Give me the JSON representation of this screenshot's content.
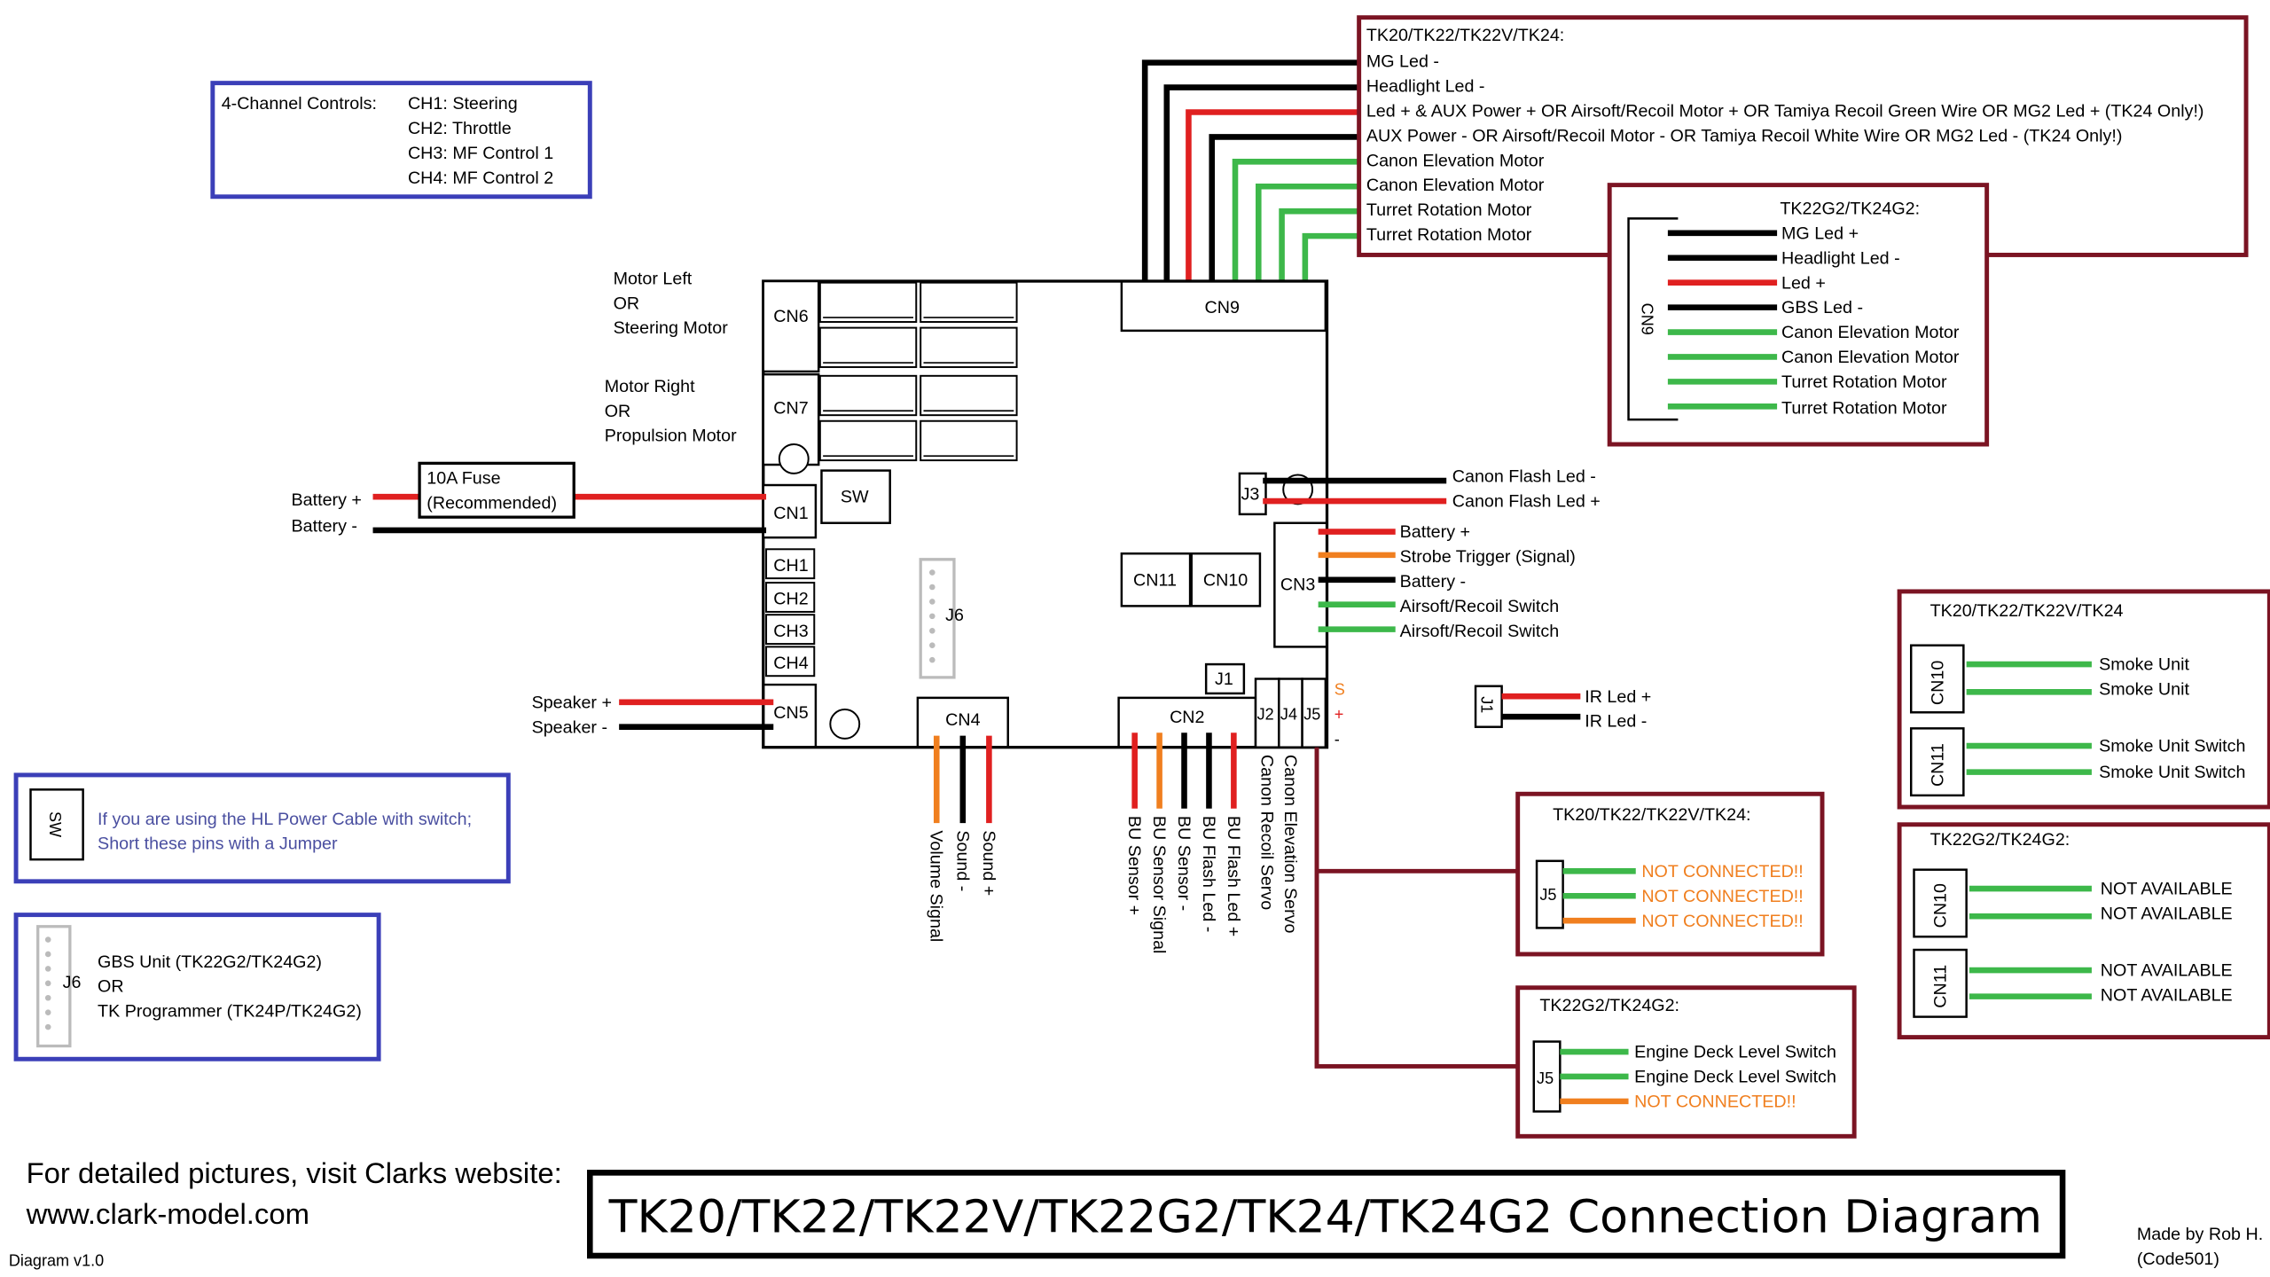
{
  "controls_box": {
    "label": "4-Channel Controls:",
    "items": [
      "CH1: Steering",
      "CH2: Throttle",
      "CH3: MF Control 1",
      "CH4: MF Control 2"
    ]
  },
  "board": {
    "cn6": "CN6",
    "cn7": "CN7",
    "cn1": "CN1",
    "sw": "SW",
    "ch1": "CH1",
    "ch2": "CH2",
    "ch3": "CH3",
    "ch4": "CH4",
    "cn5": "CN5",
    "j6": "J6",
    "cn4": "CN4",
    "cn2": "CN2",
    "cn9": "CN9",
    "cn11": "CN11",
    "cn10": "CN10",
    "cn3": "CN3",
    "j3": "J3",
    "j1": "J1",
    "j2": "J2",
    "j4": "J4",
    "j5": "J5",
    "s_mark": "S",
    "plus_mark": "+",
    "minus_mark": "-"
  },
  "motor_left": [
    "Motor Left",
    "OR",
    "Steering Motor"
  ],
  "motor_right": [
    "Motor Right",
    "OR",
    "Propulsion Motor"
  ],
  "battery": {
    "plus": "Battery +",
    "minus": "Battery -"
  },
  "fuse": [
    "10A Fuse",
    "(Recommended)"
  ],
  "speaker": {
    "plus": "Speaker +",
    "minus": "Speaker -"
  },
  "cn4_labels": [
    "Volume Signal",
    "Sound -",
    "Sound +"
  ],
  "cn2_labels": [
    "BU Sensor +",
    "BU Sensor Signal",
    "BU Sensor -",
    "BU Flash Led -",
    "BU Flash Led +"
  ],
  "servo_labels": [
    "Canon Recoil Servo",
    "Canon Elevation Servo"
  ],
  "j3_labels": [
    "Canon Flash Led -",
    "Canon Flash Led +"
  ],
  "cn3_labels": [
    "Battery +",
    "Strobe Trigger (Signal)",
    "Battery -",
    "Airsoft/Recoil Switch",
    "Airsoft/Recoil Switch"
  ],
  "ir": {
    "connector": "J1",
    "plus": "IR Led +",
    "minus": "IR Led -"
  },
  "cn9_box": {
    "title": "TK20/TK22/TK22V/TK24:",
    "lines": [
      "MG Led -",
      "Headlight Led -",
      "Led + & AUX Power + OR Airsoft/Recoil Motor + OR Tamiya Recoil Green Wire OR MG2 Led + (TK24 Only!)",
      "AUX Power - OR Airsoft/Recoil Motor - OR Tamiya Recoil White Wire OR MG2 Led - (TK24 Only!)",
      "Canon Elevation Motor",
      "Canon Elevation Motor",
      "Turret Rotation Motor",
      "Turret Rotation Motor"
    ]
  },
  "g2_box": {
    "title": "TK22G2/TK24G2:",
    "connector": "CN9",
    "lines": [
      "MG Led +",
      "Headlight Led -",
      "Led +",
      "GBS Led -",
      "Canon Elevation Motor",
      "Canon Elevation Motor",
      "Turret Rotation Motor",
      "Turret Rotation Motor"
    ]
  },
  "smoke_box": {
    "title": "TK20/TK22/TK22V/TK24",
    "cn10": "CN10",
    "cn11": "CN11",
    "lines": [
      "Smoke Unit",
      "Smoke Unit",
      "Smoke Unit Switch",
      "Smoke Unit Switch"
    ]
  },
  "smoke_g2_box": {
    "title": "TK22G2/TK24G2:",
    "cn10": "CN10",
    "cn11": "CN11",
    "lines": [
      "NOT AVAILABLE",
      "NOT AVAILABLE",
      "NOT AVAILABLE",
      "NOT AVAILABLE"
    ]
  },
  "j5_box": {
    "title": "TK20/TK22/TK22V/TK24:",
    "connector": "J5",
    "lines": [
      "NOT CONNECTED!!",
      "NOT CONNECTED!!",
      "NOT CONNECTED!!"
    ]
  },
  "j5_g2_box": {
    "title": "TK22G2/TK24G2:",
    "connector": "J5",
    "lines": [
      "Engine Deck Level Switch",
      "Engine Deck Level Switch",
      "NOT CONNECTED!!"
    ]
  },
  "sw_box": {
    "connector": "SW",
    "lines": [
      "If you are using the HL Power Cable with switch;",
      "Short these pins with a Jumper"
    ]
  },
  "j6_box": {
    "connector": "J6",
    "lines": [
      "GBS Unit (TK22G2/TK24G2)",
      "OR",
      "TK Programmer (TK24P/TK24G2)"
    ]
  },
  "footer": {
    "website_line1": "For detailed pictures, visit Clarks website:",
    "website_line2": "www.clark-model.com",
    "version": "Diagram v1.0",
    "main_title": "TK20/TK22/TK22V/TK22G2/TK24/TK24G2 Connection Diagram",
    "credit_line1": "Made by Rob H.",
    "credit_line2": "(Code501)"
  },
  "colors": {
    "red": "#e02020",
    "black": "#000000",
    "green": "#3db84a",
    "orange": "#f07f1f",
    "maroon": "#7b1423",
    "blue": "#3b3fb8",
    "note_text": "#4a4fa0",
    "warn_text": "#f07f1f"
  }
}
